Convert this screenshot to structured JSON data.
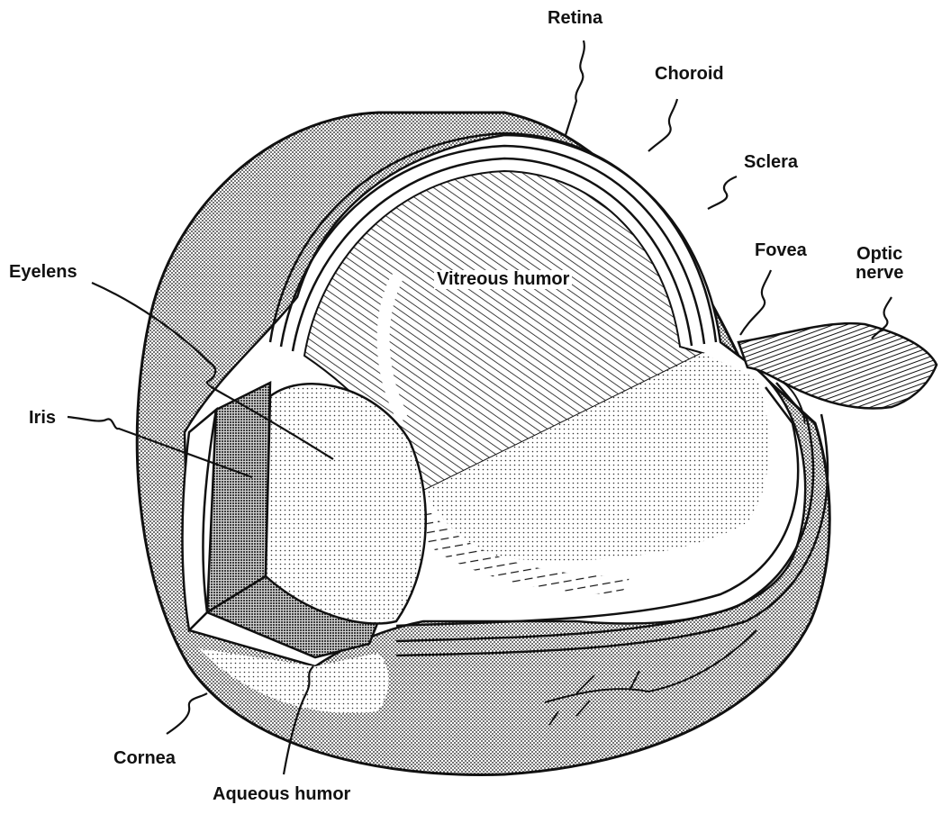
{
  "labels": {
    "retina": "Retina",
    "choroid": "Choroid",
    "sclera": "Sclera",
    "fovea": "Fovea",
    "optic_line1": "Optic",
    "optic_line2": "nerve",
    "eyelens": "Eyelens",
    "iris": "Iris",
    "vitreous_humor": "Vitreous humor",
    "cornea": "Cornea",
    "aqueous_humor": "Aqueous humor"
  },
  "colors": {
    "ink": "#111111",
    "paper": "#ffffff",
    "shade": "#8a8a8a",
    "light_shade": "#cfcfcf"
  }
}
